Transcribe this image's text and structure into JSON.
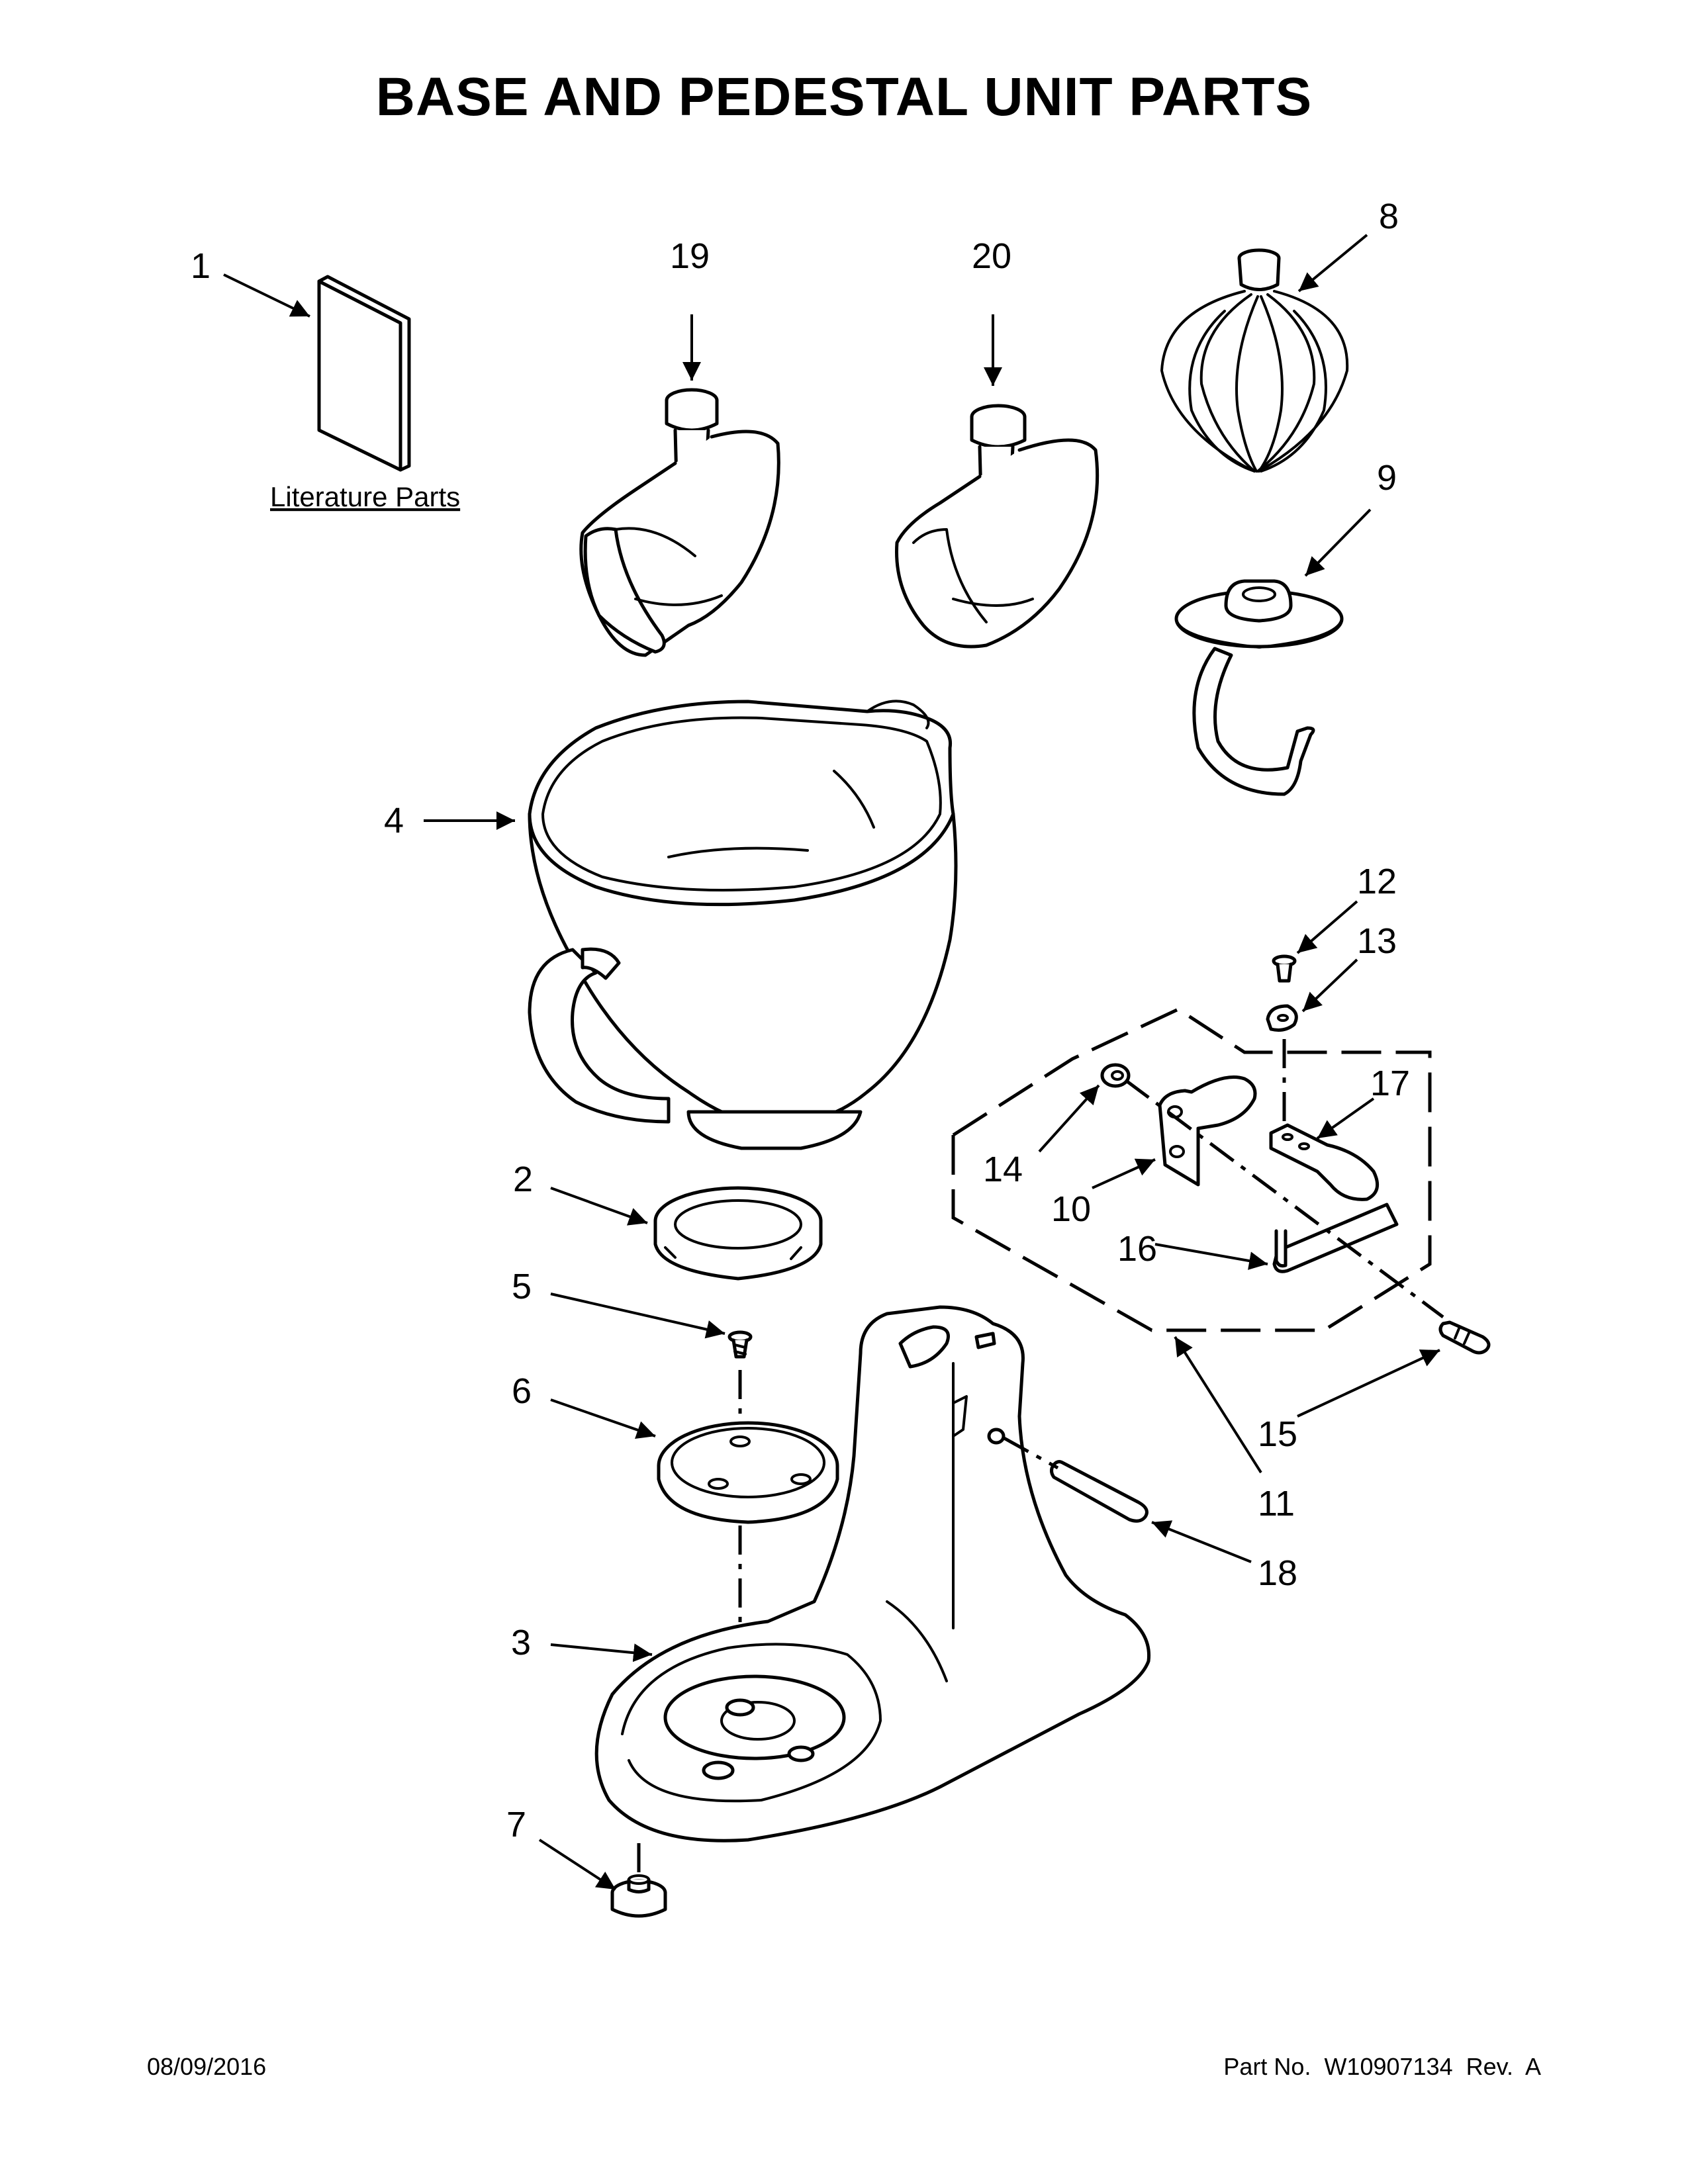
{
  "title": "BASE AND PEDESTAL UNIT PARTS",
  "literature_label": "Literature Parts",
  "callouts": {
    "c1": "1",
    "c2": "2",
    "c3": "3",
    "c4": "4",
    "c5": "5",
    "c6": "6",
    "c7": "7",
    "c8": "8",
    "c9": "9",
    "c10": "10",
    "c11": "11",
    "c12": "12",
    "c13": "13",
    "c14": "14",
    "c15": "15",
    "c16": "16",
    "c17": "17",
    "c18": "18",
    "c19": "19",
    "c20": "20"
  },
  "footer": {
    "date": "08/09/2016",
    "part_info": "Part No.  W10907134  Rev.  A"
  }
}
